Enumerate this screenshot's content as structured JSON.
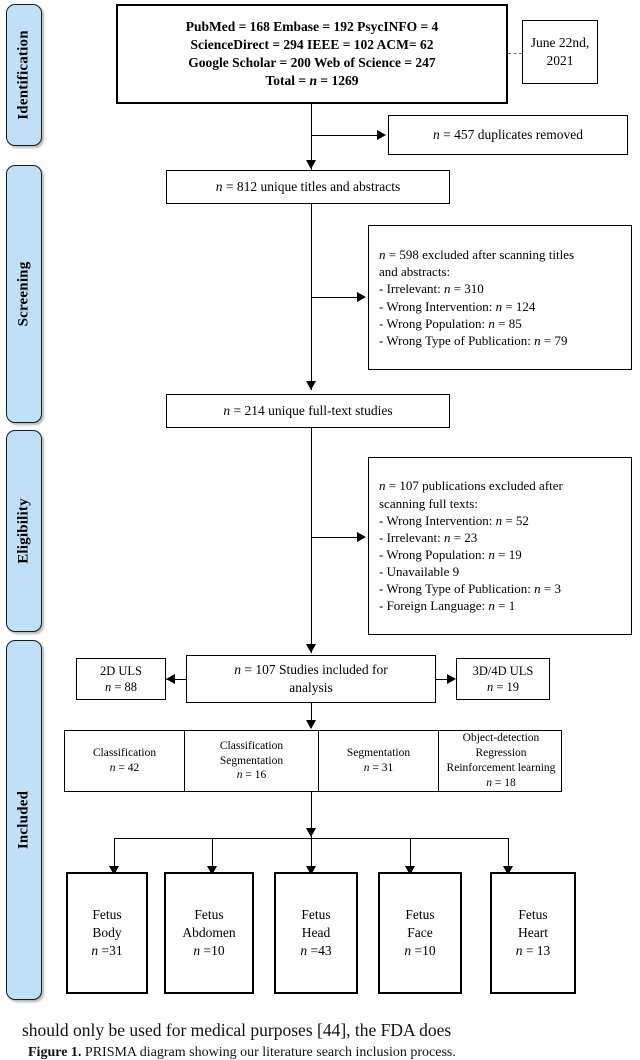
{
  "stages": [
    {
      "label": "Identification"
    },
    {
      "label": "Screening"
    },
    {
      "label": "Eligibility"
    },
    {
      "label": "Included"
    }
  ],
  "identification": {
    "sources_box": {
      "line1": "PubMed = 168 Embase = 192 PsycINFO = 4",
      "line2": "ScienceDirect = 294 IEEE = 102 ACM= 62",
      "line3": "Google Scholar = 200 Web of Science = 247",
      "line4_prefix": "Total = ",
      "line4_var": "n",
      "line4_suffix": " = 1269"
    },
    "date_box": {
      "line1": "June 22nd,",
      "line2": "2021"
    },
    "duplicates_box": {
      "var": "n",
      "text": " = 457 duplicates removed"
    }
  },
  "screening": {
    "unique_titles_box": {
      "var": "n",
      "text": " = 812 unique titles and abstracts"
    },
    "excluded_box": {
      "line1_var": "n",
      "line1": " = 598 excluded after scanning titles",
      "line2": "and abstracts:",
      "items": [
        {
          "label": "-  Irrelevant: ",
          "var": "n",
          "value": " = 310"
        },
        {
          "label": "-  Wrong Intervention: ",
          "var": "n",
          "value": " = 124"
        },
        {
          "label": "-  Wrong Population: ",
          "var": "n",
          "value": " = 85"
        },
        {
          "label": "-  Wrong Type of Publication: ",
          "var": "n",
          "value": " = 79"
        }
      ]
    }
  },
  "eligibility": {
    "fulltext_box": {
      "var": "n",
      "text": " = 214 unique full-text studies"
    },
    "excluded_box": {
      "line1_var": "n",
      "line1": " = 107 publications excluded after",
      "line2": "scanning full texts:",
      "items": [
        {
          "label": "-  Wrong Intervention: ",
          "var": "n",
          "value": " = 52"
        },
        {
          "label": "-  Irrelevant: ",
          "var": "n",
          "value": " = 23"
        },
        {
          "label": "-  Wrong Population: ",
          "var": "n",
          "value": " = 19"
        },
        {
          "label": "-  Unavailable        9",
          "var": "",
          "value": ""
        },
        {
          "label": "-  Wrong Type of Publication: ",
          "var": "n",
          "value": " = 3"
        },
        {
          "label": "-  Foreign Language: ",
          "var": "n",
          "value": " = 1"
        }
      ]
    }
  },
  "included": {
    "analysis_box": {
      "var": "n",
      "line1": " = 107 Studies included for",
      "line2": "analysis"
    },
    "uls_2d_box": {
      "line1": "2D ULS",
      "var": "n",
      "line2": " = 88"
    },
    "uls_3d4d_box": {
      "line1": "3D/4D ULS",
      "var": "n",
      "line2": " = 19"
    },
    "task_cells": [
      {
        "lines": [
          "Classification"
        ],
        "var": "n",
        "value": " = 42"
      },
      {
        "lines": [
          "Classification",
          "Segmentation"
        ],
        "var": "n",
        "value": " = 16"
      },
      {
        "lines": [
          "Segmentation"
        ],
        "var": "n",
        "value": " = 31"
      },
      {
        "lines": [
          "Object-detection",
          "Regression",
          "Reinforcement learning"
        ],
        "var": "n",
        "value": " = 18"
      }
    ],
    "anatomy_boxes": [
      {
        "line1": "Fetus",
        "line2": "Body",
        "var": "n",
        "value": " =31"
      },
      {
        "line1": "Fetus",
        "line2": "Abdomen",
        "var": "n",
        "value": " =10"
      },
      {
        "line1": "Fetus",
        "line2": "Head",
        "var": "n",
        "value": " =43"
      },
      {
        "line1": "Fetus",
        "line2": "Face",
        "var": "n",
        "value": " =10"
      },
      {
        "line1": "Fetus",
        "line2": "Heart",
        "var": "n",
        "value": " = 13"
      }
    ]
  },
  "page_text": {
    "running_text": "should only be used for medical purposes [44], the FDA does",
    "caption_label": "Figure 1.",
    "caption_text": " PRISMA diagram showing our literature search inclusion process."
  },
  "colors": {
    "stage_fill": "#bfe0f7",
    "stroke": "#000000",
    "dashed": "#777777"
  }
}
